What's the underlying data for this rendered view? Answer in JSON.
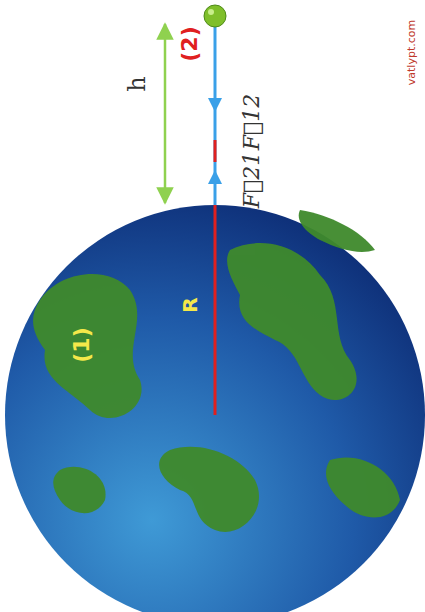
{
  "diagram": {
    "labels": [
      "(2)",
      "h",
      "F⃗12",
      "F⃗21",
      "R",
      "(1)",
      "vatlypt.com"
    ]
  }
}
